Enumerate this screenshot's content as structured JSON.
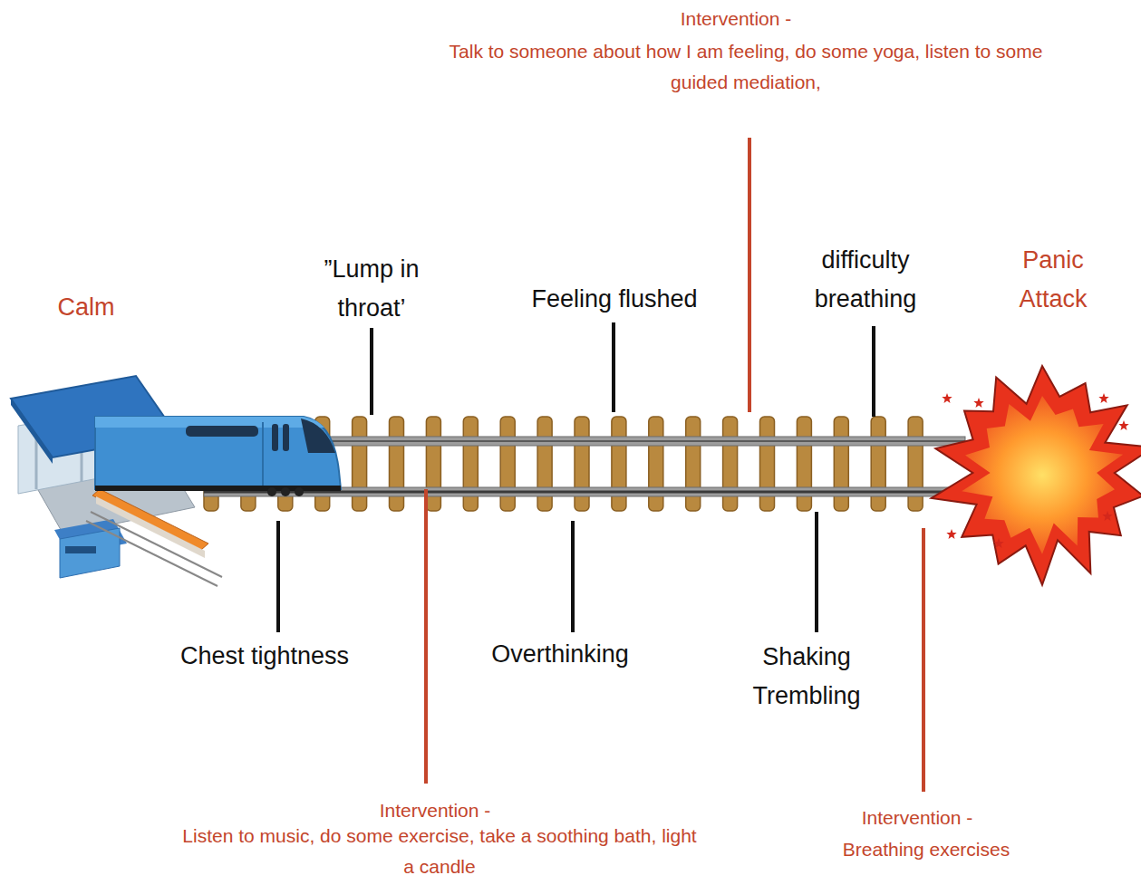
{
  "diagram": {
    "labels": [
      "Calm",
      "”Lump in throat’",
      "Feeling flushed",
      "difficulty breathing",
      "Panic Attack",
      "Chest tightness",
      "Overthinking",
      "Shaking Trembling",
      "Intervention -",
      "Talk to someone about how I am feeling, do some yoga, listen to some guided mediation,",
      "Intervention -",
      "Listen to music, do some exercise, take a soothing bath, light a candle",
      "Intervention -",
      "Breathing exercises"
    ]
  }
}
